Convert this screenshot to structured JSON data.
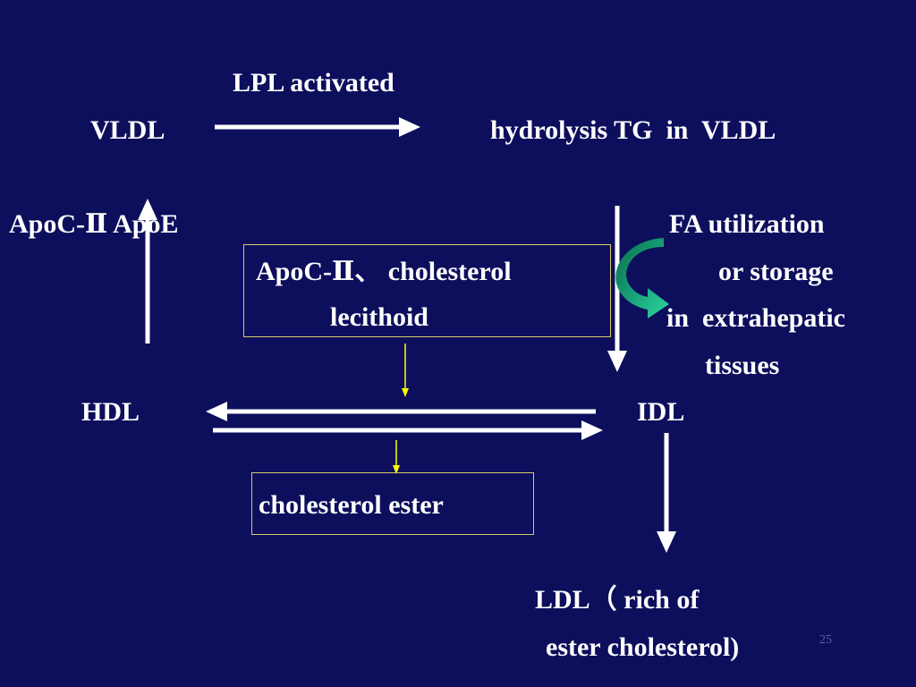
{
  "diagram": {
    "lpl_activated": "LPL activated",
    "vldl": "VLDL",
    "hydrolysis": "hydrolysis TG  in  VLDL",
    "apoc_apoe": "ApoC-Ⅱ ApoE",
    "fa_utilization": "FA utilization",
    "or_storage": "or storage",
    "in_extrahepatic": "in  extrahepatic",
    "tissues": "tissues",
    "box_line1": "ApoC-Ⅱ、 cholesterol",
    "box_line2": "lecithoid",
    "hdl": "HDL",
    "idl": "IDL",
    "cholesterol_ester": "cholesterol ester",
    "ldl_line1": "LDL（ rich of",
    "ldl_line2": "ester cholesterol)"
  },
  "slide": {
    "page_number": "25"
  },
  "colors": {
    "background": "#0d0f5c",
    "text": "#ffffff",
    "box_border": "#d8c96a",
    "yellow_arrow": "#ffff00",
    "curved_arrow": "#1fa77a"
  }
}
